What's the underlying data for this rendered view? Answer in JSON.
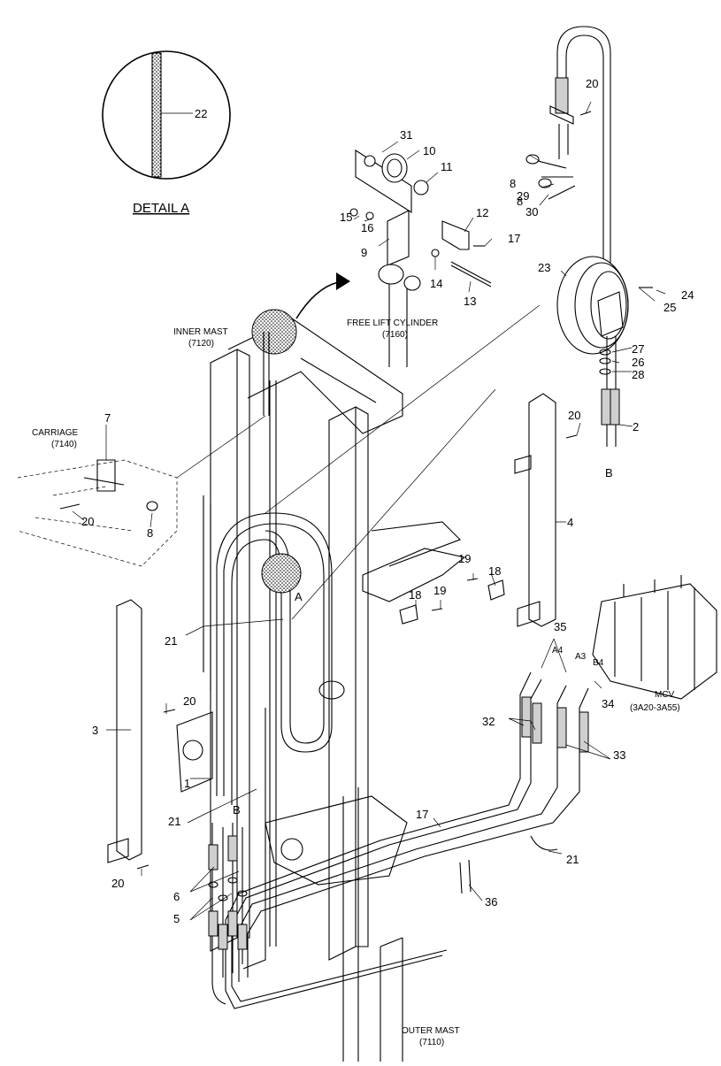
{
  "detail": {
    "title": "DETAIL A",
    "part": "22"
  },
  "assemblies": {
    "inner_mast": [
      "INNER MAST",
      "(7120)"
    ],
    "free_lift_cylinder": [
      "FREE LIFT CYLINDER",
      "(7160)"
    ],
    "carriage": [
      "CARRIAGE",
      "(7140)"
    ],
    "mcv": [
      "MCV",
      "(3A20-3A55)"
    ],
    "outer_mast": [
      "OUTER MAST",
      "(7110)"
    ]
  },
  "callouts": {
    "c31": "31",
    "c10": "10",
    "c11": "11",
    "c8a": "8",
    "c29": "29",
    "c8b": "8",
    "c30": "30",
    "c15": "15",
    "c16": "16",
    "c12": "12",
    "c17a": "17",
    "c9": "9",
    "c14": "14",
    "c13": "13",
    "c20a": "20",
    "c23": "23",
    "c24": "24",
    "c25": "25",
    "c27": "27",
    "c26": "26",
    "c28": "28",
    "c2": "2",
    "c20b": "20",
    "c4": "4",
    "c7": "7",
    "c20c": "20",
    "c8c": "8",
    "c19a": "19",
    "c18a": "18",
    "c18b": "18",
    "c19b": "19",
    "c21a": "21",
    "c20d": "20",
    "c3": "3",
    "c1": "1",
    "c21b": "21",
    "c6": "6",
    "c5": "5",
    "c20e": "20",
    "c35": "35",
    "c34": "34",
    "c32": "32",
    "c33": "33",
    "c17b": "17",
    "c21c": "21",
    "c36": "36"
  },
  "markers": {
    "a": "A",
    "b_top": "B",
    "b_bottom": "B"
  },
  "port_labels": {
    "a4": "A4",
    "a3": "A3",
    "b4": "B4"
  }
}
